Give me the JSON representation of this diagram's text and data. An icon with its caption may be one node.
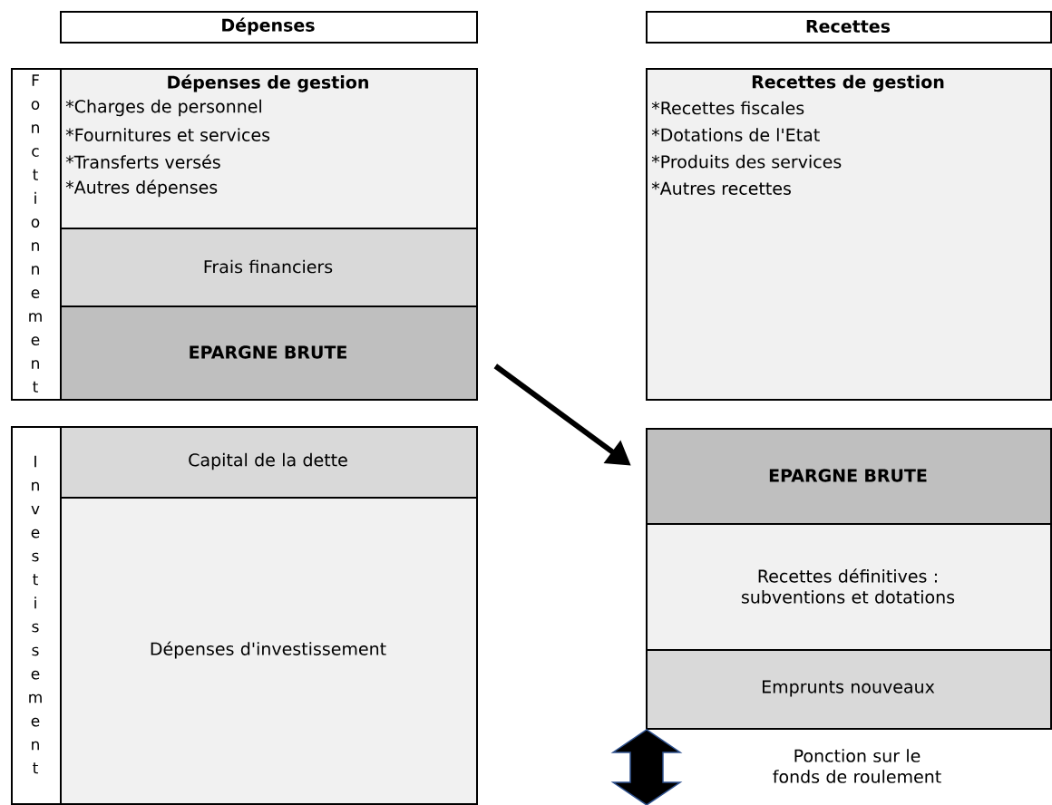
{
  "diagram": {
    "nodes": [
      {
        "text": [
          "Dépenses"
        ]
      },
      {
        "text": [
          "Recettes"
        ]
      },
      {
        "text": [
          "Fonctionnement"
        ]
      },
      {
        "text": [
          "Dépenses de gestion",
          "*Charges de personnel",
          "*Fournitures et services",
          "*Transferts versés",
          "*Autres dépenses"
        ]
      },
      {
        "text": [
          "Frais financiers"
        ]
      },
      {
        "text": [
          "EPARGNE BRUTE"
        ]
      },
      {
        "text": [
          "Recettes de gestion",
          "*Recettes fiscales",
          "*Dotations de l'Etat",
          "*Produits des services",
          "*Autres recettes"
        ]
      },
      {
        "text": [
          "Investissement"
        ]
      },
      {
        "text": [
          "Capital de la dette"
        ]
      },
      {
        "text": [
          "Dépenses d'investissement"
        ]
      },
      {
        "text": [
          "EPARGNE BRUTE"
        ]
      },
      {
        "text": [
          "Recettes définitives : subventions et dotations"
        ]
      },
      {
        "text": [
          "Emprunts nouveaux"
        ]
      }
    ],
    "edges": [
      {
        "from": 5,
        "to": 10,
        "arrow": "to"
      }
    ],
    "labels": [
      "Ponction sur le fonds de roulement"
    ]
  }
}
